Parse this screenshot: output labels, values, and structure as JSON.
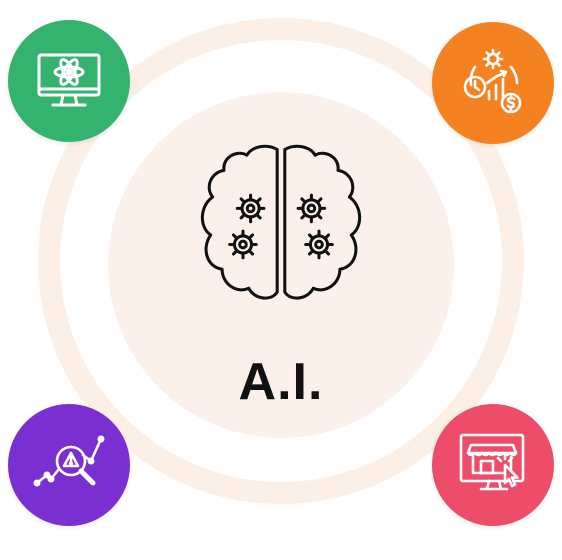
{
  "diagram": {
    "center_label": "A.I.",
    "center_icon": "brain-gears-icon",
    "colors": {
      "ring": "#fcefe6",
      "core": "#fbf1ea",
      "top_left": "#34b36e",
      "top_right": "#f58220",
      "bottom_left": "#7a2fd0",
      "bottom_right": "#ee4d6a"
    },
    "badges": [
      {
        "position": "top-left",
        "icon": "monitor-atom-icon"
      },
      {
        "position": "top-right",
        "icon": "productivity-gear-clock-chart-dollar-icon"
      },
      {
        "position": "bottom-left",
        "icon": "analytics-warning-magnifier-icon"
      },
      {
        "position": "bottom-right",
        "icon": "online-store-click-icon"
      }
    ]
  }
}
